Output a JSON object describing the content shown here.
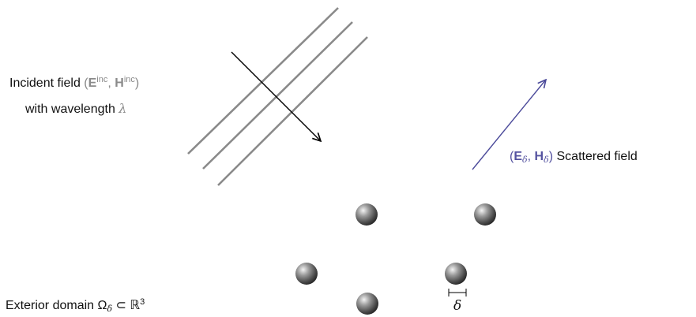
{
  "incident": {
    "prefix": "Incident field",
    "open": "(",
    "e_symbol": "E",
    "e_sup": "inc",
    "comma": ",",
    "h_symbol": "H",
    "h_sup": "inc",
    "close": ")",
    "line2_text": "with wavelength",
    "lambda": "λ"
  },
  "scattered": {
    "open": "(",
    "e_symbol": "E",
    "delta_sub": "δ",
    "comma": ",",
    "h_symbol": "H",
    "close": ")",
    "suffix": "Scattered field"
  },
  "exterior": {
    "prefix": "Exterior domain",
    "omega": "Ω",
    "delta_sub": "δ",
    "subset": "⊂",
    "reals": "ℝ",
    "power": "3"
  },
  "delta_label": "δ",
  "colors": {
    "wave_lines": "#8a8a8a",
    "incident_arrow": "#000000",
    "scattered_arrow": "#4b4a9a",
    "label_grey": "#8a8a8a",
    "label_blue": "#5553a0",
    "sphere": "#4a4a4a"
  },
  "icons": [
    "wave-line",
    "incident-arrow",
    "scattered-arrow",
    "sphere",
    "delta-bracket"
  ]
}
